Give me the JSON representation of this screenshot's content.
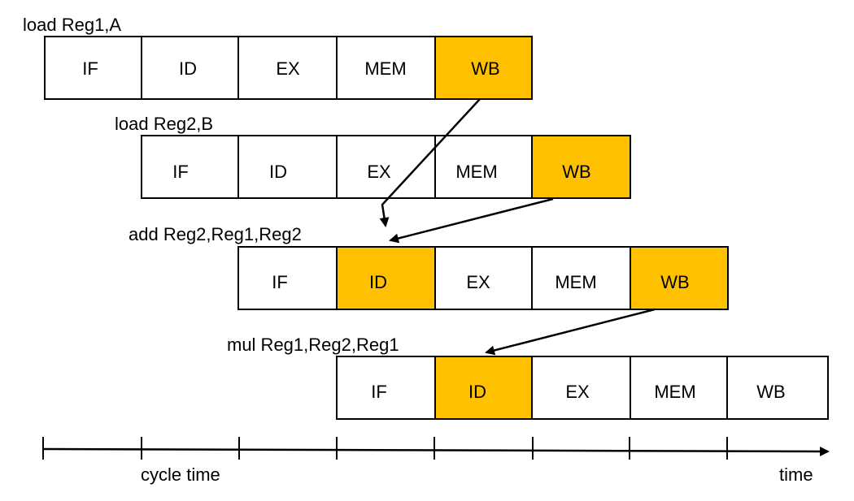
{
  "colors": {
    "highlight": "#FFC000",
    "normal": "#FFFFFF",
    "stroke": "#000000"
  },
  "instructions": [
    {
      "label": "load Reg1,A",
      "stages": [
        {
          "name": "IF",
          "highlight": false
        },
        {
          "name": "ID",
          "highlight": false
        },
        {
          "name": "EX",
          "highlight": false
        },
        {
          "name": "MEM",
          "highlight": false
        },
        {
          "name": "WB",
          "highlight": true
        }
      ]
    },
    {
      "label": "load Reg2,B",
      "stages": [
        {
          "name": "IF",
          "highlight": false
        },
        {
          "name": "ID",
          "highlight": false
        },
        {
          "name": "EX",
          "highlight": false
        },
        {
          "name": "MEM",
          "highlight": false
        },
        {
          "name": "WB",
          "highlight": true
        }
      ]
    },
    {
      "label": "add Reg2,Reg1,Reg2",
      "stages": [
        {
          "name": "IF",
          "highlight": false
        },
        {
          "name": "ID",
          "highlight": true
        },
        {
          "name": "EX",
          "highlight": false
        },
        {
          "name": "MEM",
          "highlight": false
        },
        {
          "name": "WB",
          "highlight": true
        }
      ]
    },
    {
      "label": "mul Reg1,Reg2,Reg1",
      "stages": [
        {
          "name": "IF",
          "highlight": false
        },
        {
          "name": "ID",
          "highlight": true
        },
        {
          "name": "EX",
          "highlight": false
        },
        {
          "name": "MEM",
          "highlight": false
        },
        {
          "name": "WB",
          "highlight": false
        }
      ]
    }
  ],
  "axis": {
    "cycle_label": "cycle time",
    "time_label": "time"
  }
}
